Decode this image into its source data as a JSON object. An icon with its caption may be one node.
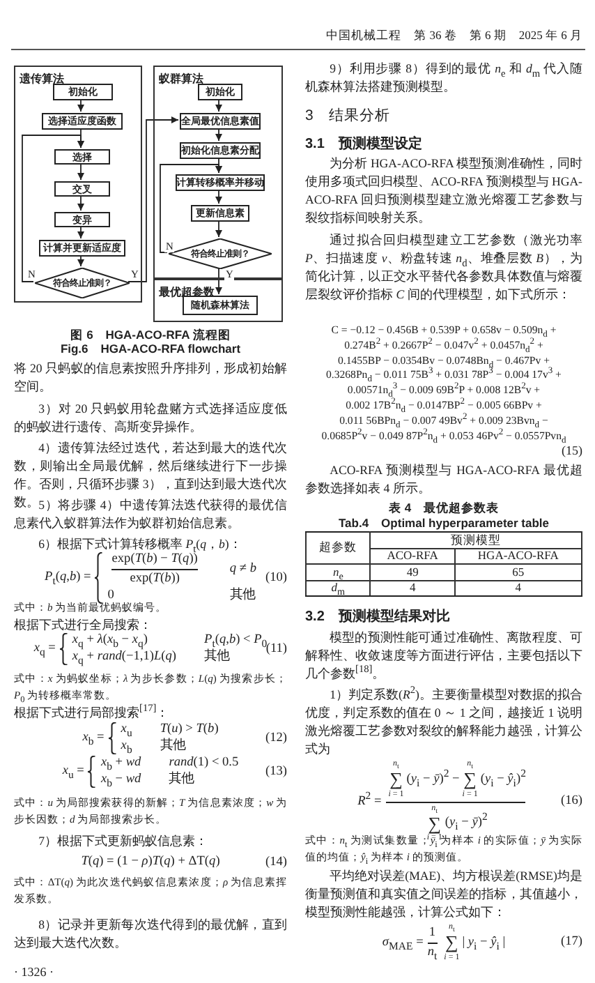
{
  "diagram": {
    "caption": "图 6　HGA-ACO-RFA 流程图",
    "nodes": [
      {
        "text": [
          "遗传算法"
        ]
      },
      {
        "text": [
          "初始化"
        ],
        "in": 0
      },
      {
        "text": [
          "选择适应度函数"
        ],
        "in": 0
      },
      {
        "text": [
          "选择"
        ],
        "in": 0
      },
      {
        "text": [
          "交叉"
        ],
        "in": 0
      },
      {
        "text": [
          "变异"
        ],
        "in": 0
      },
      {
        "text": [
          "计算并更新适应度"
        ],
        "in": 0
      },
      {
        "text": [
          "符合终止准则？"
        ],
        "in": 0
      },
      {
        "text": [
          "蚁群算法"
        ]
      },
      {
        "text": [
          "初始化"
        ],
        "in": 8
      },
      {
        "text": [
          "全局最优信息素值"
        ],
        "in": 8
      },
      {
        "text": [
          "初始化信息素分配"
        ],
        "in": 8
      },
      {
        "text": [
          "计算转移概率并移动"
        ],
        "in": 8
      },
      {
        "text": [
          "更新信息素"
        ],
        "in": 8
      },
      {
        "text": [
          "符合终止准则？"
        ],
        "in": 8
      },
      {
        "text": [
          "最优超参数"
        ]
      },
      {
        "text": [
          "随机森林算法"
        ],
        "in": 15
      }
    ],
    "edges": [
      {
        "from": 1,
        "to": 2,
        "arrow": "to"
      },
      {
        "from": 2,
        "to": 3,
        "arrow": "to"
      },
      {
        "from": 3,
        "to": 4,
        "arrow": "to"
      },
      {
        "from": 4,
        "to": 5,
        "arrow": "to"
      },
      {
        "from": 5,
        "to": 6,
        "arrow": "to"
      },
      {
        "from": 6,
        "to": 7,
        "arrow": "to"
      },
      {
        "from": 7,
        "to": 3,
        "arrow": "to",
        "label": "N"
      },
      {
        "from": 7,
        "to": 10,
        "arrow": "to",
        "label": "Y"
      },
      {
        "from": 9,
        "to": 10,
        "arrow": "to"
      },
      {
        "from": 10,
        "to": 11,
        "arrow": "to"
      },
      {
        "from": 11,
        "to": 12,
        "arrow": "to"
      },
      {
        "from": 12,
        "to": 13,
        "arrow": "to"
      },
      {
        "from": 13,
        "to": 14,
        "arrow": "to"
      },
      {
        "from": 14,
        "to": 12,
        "arrow": "to",
        "label": "N"
      },
      {
        "from": 14,
        "to": 16,
        "arrow": "to",
        "label": "Y"
      }
    ],
    "labels": [
      "中国机械工程　第 36 卷　第 6 期　2025 年 6 月",
      "Fig.6　HGA-ACO-RFA flowchart",
      "将 20 只蚂蚁的信息素按照升序排列，形成初始解空间。",
      "3）对 20 只蚂蚁用轮盘赌方式选择适应度低的蚂蚁进行遗传、高斯变异操作。",
      "4）遗传算法经过迭代，若达到最大的迭代次数，则输出全局最优解，然后继续进行下一步操作。否则，只循环步骤 3），直到达到最大迭代次数。",
      "5）将步骤 4）中遗传算法迭代获得的最优信息素代入蚁群算法作为蚁群初始信息素。",
      "6）根据下式计算转移概率 *P*$_{t}$(*q*，*b*)：",
      "*P*$_{t}$(*q*,*b*) =",
      "exp(*T*(*b*) − *T*(*q*))",
      "exp(*T*(*b*))",
      "*q* ≠ *b*",
      "0",
      "其他",
      "(10)",
      "式中：*b* 为当前最优蚂蚁编号。",
      "根据下式进行全局搜索：",
      "*x*$_{q}$ =",
      "*x*$_{q}$ + *λ*(*x*$_{b}$ − *x*$_{q}$)",
      "*P*$_{t}$(*q*,*b*) < *P*$_{0}$",
      "*x*$_{q}$ + *rand*(−1,1)*L*(*q*)",
      "其他",
      "(11)",
      "式中：*x* 为蚂蚁坐标；*λ* 为步长参数；*L*(*q*) 为搜索步长；*P*$_{0}$ 为转移概率常数。",
      "根据下式进行局部搜索$^{[17]}$：",
      "*x*$_{b}$ =",
      "*x*$_{u}$",
      "*T*(*u*) > *T*(*b*)",
      "*x*$_{b}$",
      "其他",
      "(12)",
      "*x*$_{u}$ =",
      "*x*$_{b}$ + *wd*",
      "*rand*(1) < 0.5",
      "*x*$_{b}$ − *wd*",
      "其他",
      "(13)",
      "式中：*u* 为局部搜索获得的新解；*T* 为信息素浓度；*w* 为步长因数；*d* 为局部搜索步长。",
      "7）根据下式更新蚂蚁信息素：",
      "*T*(*q*) = (1 − *ρ*)*T*(*q*) + ΔT(*q*)",
      "(14)",
      "式中：ΔT(*q*) 为此次迭代蚂蚁信息素浓度；*ρ* 为信息素挥发系数。",
      "8）记录并更新每次迭代得到的最优解，直到达到最大迭代次数。",
      "· 1326 ·",
      "9）利用步骤 8）得到的最优 *n*$_{e}$ 和 *d*$_{m}$ 代入随机森林算法搭建预测模型。",
      "3　结果分析",
      "3.1　预测模型设定",
      "为分析 HGA-ACO-RFA 模型预测准确性，同时使用多项式回归模型、ACO-RFA 预测模型与 HGA-ACO-RFA 回归预测模型建立激光熔覆工艺参数与裂纹指标间映射关系。",
      "通过拟合回归模型建立工艺参数（激光功率 *P*、扫描速度 *v*、粉盘转速 *n*$_{d}$、堆叠层数 *B*），为简化计算，以正交水平替代各参数具体数值与熔覆层裂纹评价指标 *C* 间的代理模型，如下式所示：",
      "C = −0.12 − 0.456B + 0.539P + 0.658v − 0.509n$_{d}$ +",
      "0.274B$^{2}$ + 0.2667P$^{2}$ − 0.047v$^{2}$ + 0.0457n$_{d}$$^{2}$ +",
      "0.1455BP − 0.0354Bv − 0.0748Bn$_{d}$ − 0.467Pv +",
      "0.3268Pn$_{d}$ − 0.011 75B$^{3}$ + 0.031 78P$^{3}$ − 0.004 17v$^{3}$ +",
      "0.00571n$_{d}$$^{3}$ − 0.009 69B$^{2}$P + 0.008 12B$^{2}$v +",
      "0.002 17B$^{2}$n$_{d}$ − 0.0147BP$^{2}$ − 0.005 66BPv +",
      "0.011 56BPn$_{d}$ − 0.007 49Bv$^{2}$ + 0.009 23Bvn$_{d}$ −",
      "0.0685P$^{2}$v − 0.049 87P$^{2}$n$_{d}$ + 0.053 46Pv$^{2}$ − 0.0557Pvn$_{d}$",
      "(15)",
      "ACO-RFA 预测模型与 HGA-ACO-RFA 最优超参数选择如表 4 所示。",
      "表 4　最优超参数表",
      "Tab.4　Optimal hyperparameter table",
      "超参数",
      "预测模型",
      "ACO-RFA",
      "HGA-ACO-RFA",
      "*n*$_{e}$",
      "49",
      "65",
      "*d*$_{m}$",
      "4",
      "4",
      "3.2　预测模型结果对比",
      "模型的预测性能可通过准确性、离散程度、可解释性、收敛速度等方面进行评估，主要包括以下几个参数$^{[18]}$。",
      "1）判定系数(*R*$^{2}$)。主要衡量模型对数据的拟合优度，判定系数的值在 0 ～ 1 之间，越接近 1 说明激光熔覆工艺参数对裂纹的解释能力越强，计算公式为",
      "*R*$^{2}$ =",
      "*n*$_{t}$",
      "∑",
      "*i* = 1",
      "(*y*$_{i}$ − *ȳ*)$^{2}$ −",
      "*n*$_{t}$",
      "∑",
      "*i* = 1",
      "(*y*$_{i}$ − *ŷ*$_{i}$)$^{2}$",
      "*n*$_{t}$",
      "∑",
      "*i* = 1",
      "(*y*$_{i}$ − *ȳ*)$^{2}$",
      "(16)",
      "式中：*n*$_{t}$ 为测试集数量；*y*$_{i}$ 为样本 *i* 的实际值；*ȳ* 为实际值的均值；*ŷ*$_{i}$ 为样本 *i* 的预测值。",
      "平均绝对误差(MAE)、均方根误差(RMSE)均是衡量预测值和真实值之间误差的指标，其值越小，模型预测性能越强，计算公式如下：",
      "*σ*$_{MAE}$ =",
      "1",
      "*n*$_{t}$",
      "*n*$_{t}$",
      "∑",
      "*i* = 1",
      "| *y*$_{i}$ − *ŷ*$_{i}$ |",
      "(17)"
    ]
  }
}
